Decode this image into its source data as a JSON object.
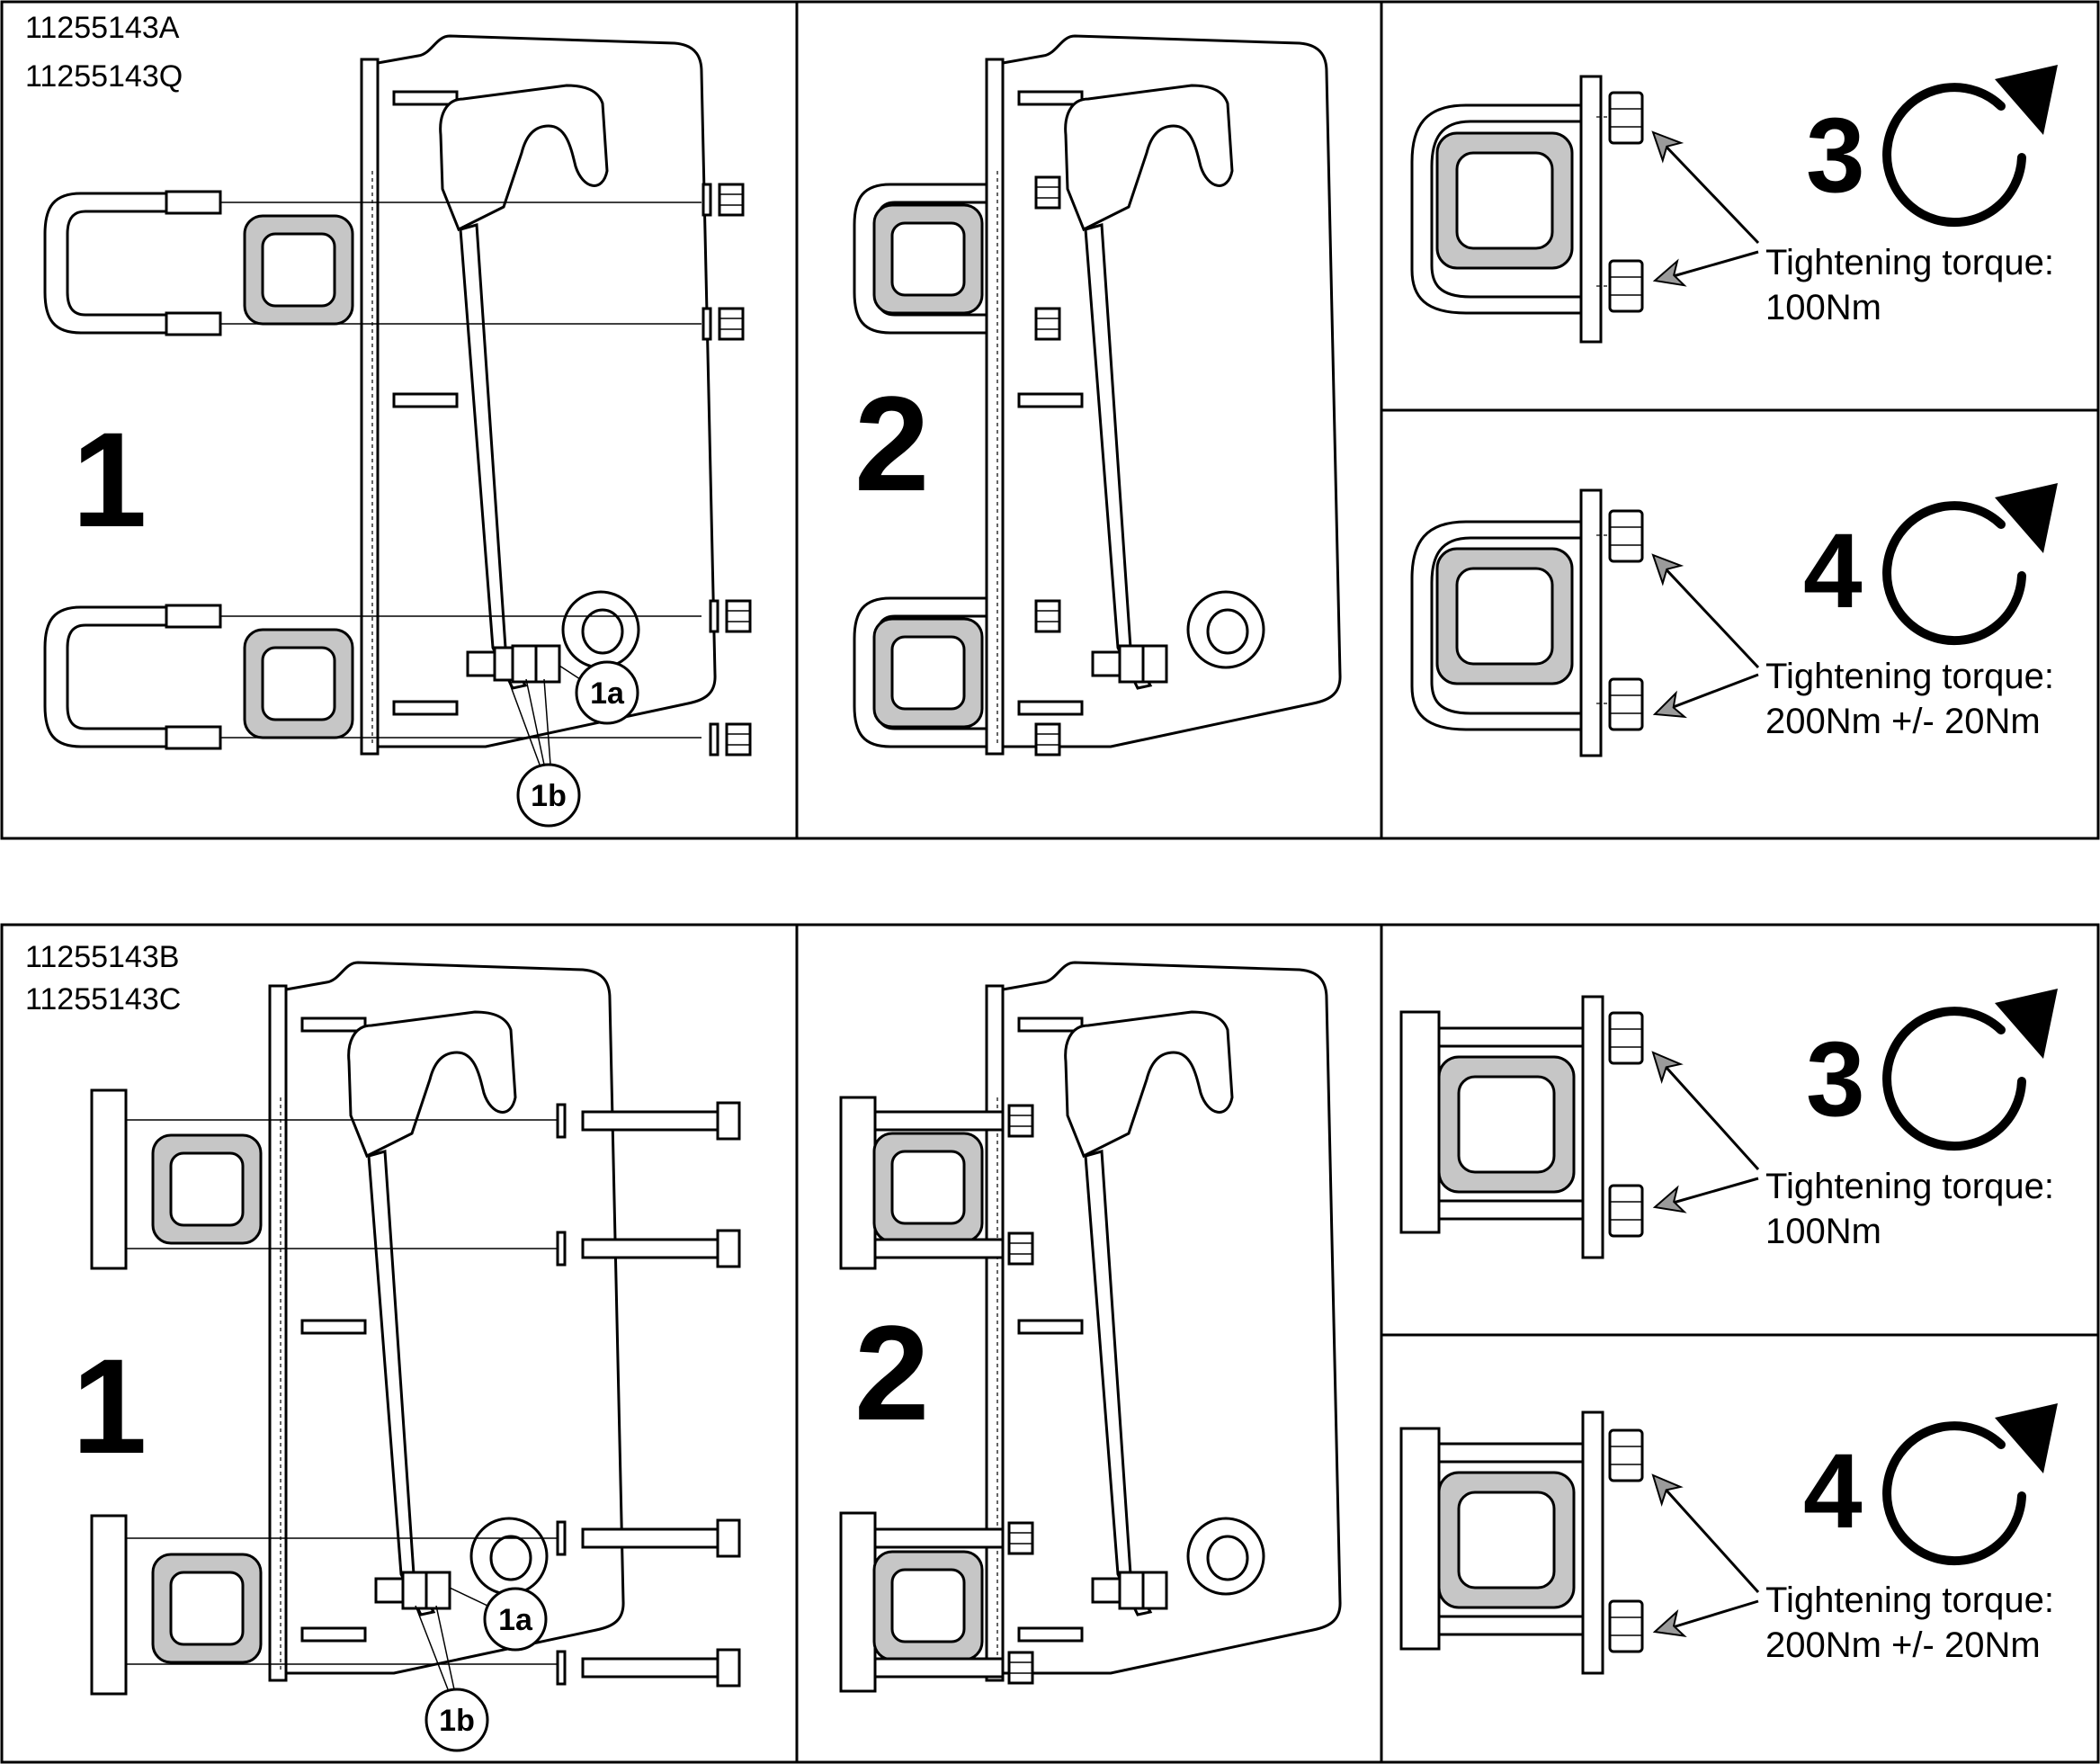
{
  "top_assembly": {
    "part_numbers": [
      "11255143A",
      "11255143Q"
    ],
    "step1": "1",
    "step2": "2",
    "step3": "3",
    "step4": "4",
    "callout_1a": "1a",
    "callout_1b": "1b",
    "torque_label_3": "Tightening torque:",
    "torque_value_3": "100Nm",
    "torque_label_4": "Tightening torque:",
    "torque_value_4": "200Nm +/- 20Nm"
  },
  "bottom_assembly": {
    "part_numbers": [
      "11255143B",
      "11255143C"
    ],
    "step1": "1",
    "step2": "2",
    "step3": "3",
    "step4": "4",
    "callout_1a": "1a",
    "callout_1b": "1b",
    "torque_label_3": "Tightening torque:",
    "torque_value_3": "100Nm",
    "torque_label_4": "Tightening torque:",
    "torque_value_4": "200Nm +/- 20Nm"
  },
  "icons": [
    "clockwise-rotation-icon",
    "arrow-pointer-icon"
  ],
  "colors": {
    "line": "#000000",
    "tube_fill": "#c6c6c6",
    "background": "#ffffff"
  }
}
